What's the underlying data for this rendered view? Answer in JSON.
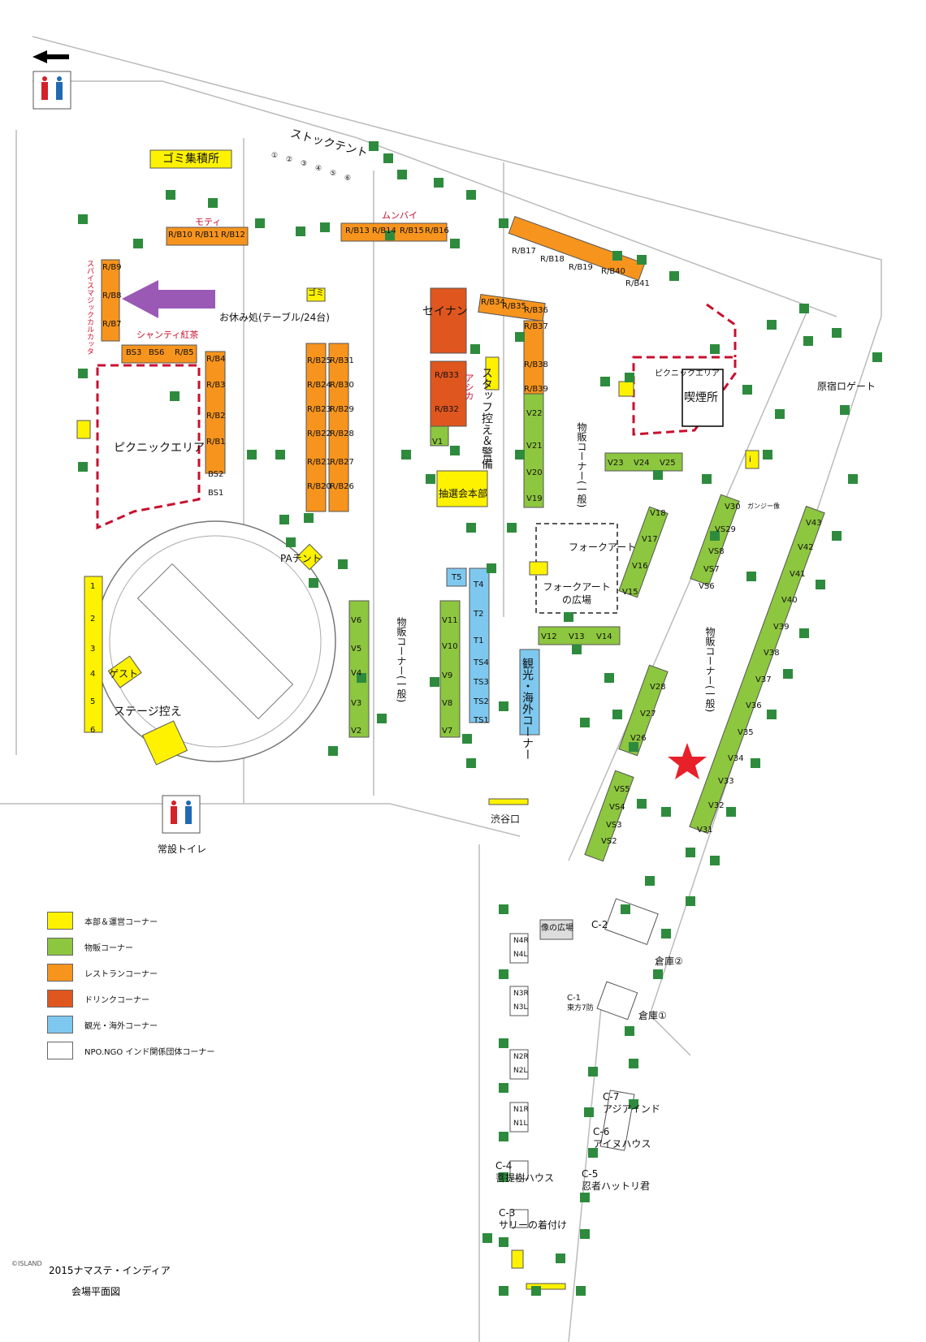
{
  "colors": {
    "hq": "#fff200",
    "shop": "#8dc63f",
    "restaurant": "#f7941d",
    "drink": "#e0561f",
    "tourism": "#7ec8ef",
    "npo": "#ffffff",
    "zone_border": "#c8102e",
    "arrow": "#9b59b6",
    "star": "#e8202a",
    "tree": "#2e8b3e"
  },
  "labels": {
    "garbage_main": "ゴミ集積所",
    "stock_tent": "ストックテント",
    "moti": "モティ",
    "mumbai": "ムンバイ",
    "spice": "スパイスマジックカルカッタ",
    "shanti": "シャンティ紅茶",
    "rest_area": "お休み処(テーブル/24台)",
    "picnic_area": "ピクニックエリア",
    "seinan": "セイナン",
    "ashika": "アシカ",
    "staff": "スタッフ控え＆警備",
    "lottery": "抽選会",
    "hq": "本部",
    "pa_tent": "PAテント",
    "guest": "ゲスト",
    "stage_wait": "ステージ控え",
    "shop_general": "物販コーナー(一般)",
    "tourism_overseas": "観光・海外コーナー",
    "folk_art": "フォークアート",
    "folk_art_square": "フォークアートの広場",
    "harajuku_gate": "原宿ロゲート",
    "smoking": "喫煙所",
    "picnic_small": "ピクニックエリア",
    "shibuya_gate": "渋谷口",
    "toilet": "常設トイレ",
    "statue_square": "像の広場",
    "info": "i",
    "gomi": "ゴミ",
    "warehouse1": "倉庫①",
    "warehouse2": "倉庫②",
    "c1": "C-1",
    "c1_name": "東方7防",
    "c2": "C-2",
    "c3": "C-3",
    "c3_name": "サリーの着付け",
    "c4": "C-4",
    "c4_name": "菩提樹ハウス",
    "c5": "C-5",
    "c5_name": "忍者ハットリ君",
    "c6": "C-6",
    "c6_name": "アイヌハウス",
    "c7": "C-7",
    "c7_name": "アジアインド",
    "gandhi": "ガンジー像"
  },
  "legend": [
    {
      "label": "本部＆運営コーナー",
      "color": "#fff200"
    },
    {
      "label": "物販コーナー",
      "color": "#8dc63f"
    },
    {
      "label": "レストランコーナー",
      "color": "#f7941d"
    },
    {
      "label": "ドリンクコーナー",
      "color": "#e0561f"
    },
    {
      "label": "観光・海外コーナー",
      "color": "#7ec8ef"
    },
    {
      "label": "NPO.NGO インド関係団体コーナー",
      "color": "#ffffff"
    }
  ],
  "title": "2015ナマステ・インディア",
  "subtitle": "会場平面図",
  "credit": "©ISLAND",
  "booths": {
    "restaurant": [
      "R/B10",
      "R/B11",
      "R/B12",
      "R/B13",
      "R/B14",
      "R/B15",
      "R/B16",
      "R/B17",
      "R/B18",
      "R/B19",
      "R/B40",
      "R/B41",
      "R/B9",
      "R/B8",
      "R/B7",
      "BS3",
      "BS6",
      "R/B5",
      "R/B4",
      "R/B3",
      "R/B2",
      "R/B1",
      "R/B25",
      "R/B24",
      "R/B23",
      "R/B22",
      "R/B21",
      "R/B20",
      "R/B31",
      "R/B30",
      "R/B29",
      "R/B28",
      "R/B27",
      "R/B26",
      "R/B34",
      "R/B35",
      "R/B36",
      "R/B37",
      "R/B38",
      "R/B39",
      "R/B33",
      "R/B32"
    ],
    "bs": [
      "BS2",
      "BS1"
    ],
    "shops_a": [
      "V1",
      "V22",
      "V21",
      "V20",
      "V19",
      "V23",
      "V24",
      "V25",
      "V6",
      "V5",
      "V4",
      "V3",
      "V2",
      "V11",
      "V10",
      "V9",
      "V8",
      "V7",
      "V12",
      "V13",
      "V14"
    ],
    "shops_b": [
      "V18",
      "V17",
      "V16",
      "V15",
      "V30",
      "VS29",
      "VS8",
      "VS7",
      "VS6",
      "V28",
      "V27",
      "V26",
      "VS5",
      "VS4",
      "VS3",
      "VS2",
      "V43",
      "V42",
      "V41",
      "V40",
      "V39",
      "V38",
      "V37",
      "V36",
      "V35",
      "V34",
      "V33",
      "V32",
      "V31"
    ],
    "tourism": [
      "T5",
      "T4",
      "T2",
      "T1",
      "TS4",
      "TS3",
      "TS2",
      "TS1"
    ],
    "stage_side": [
      "1",
      "2",
      "3",
      "4",
      "5",
      "6"
    ],
    "stock": [
      "①",
      "②",
      "③",
      "④",
      "⑤",
      "⑥"
    ],
    "npo": [
      "N4R",
      "N4L",
      "N3R",
      "N3L",
      "N2R",
      "N2L",
      "N1R",
      "N1L"
    ]
  }
}
